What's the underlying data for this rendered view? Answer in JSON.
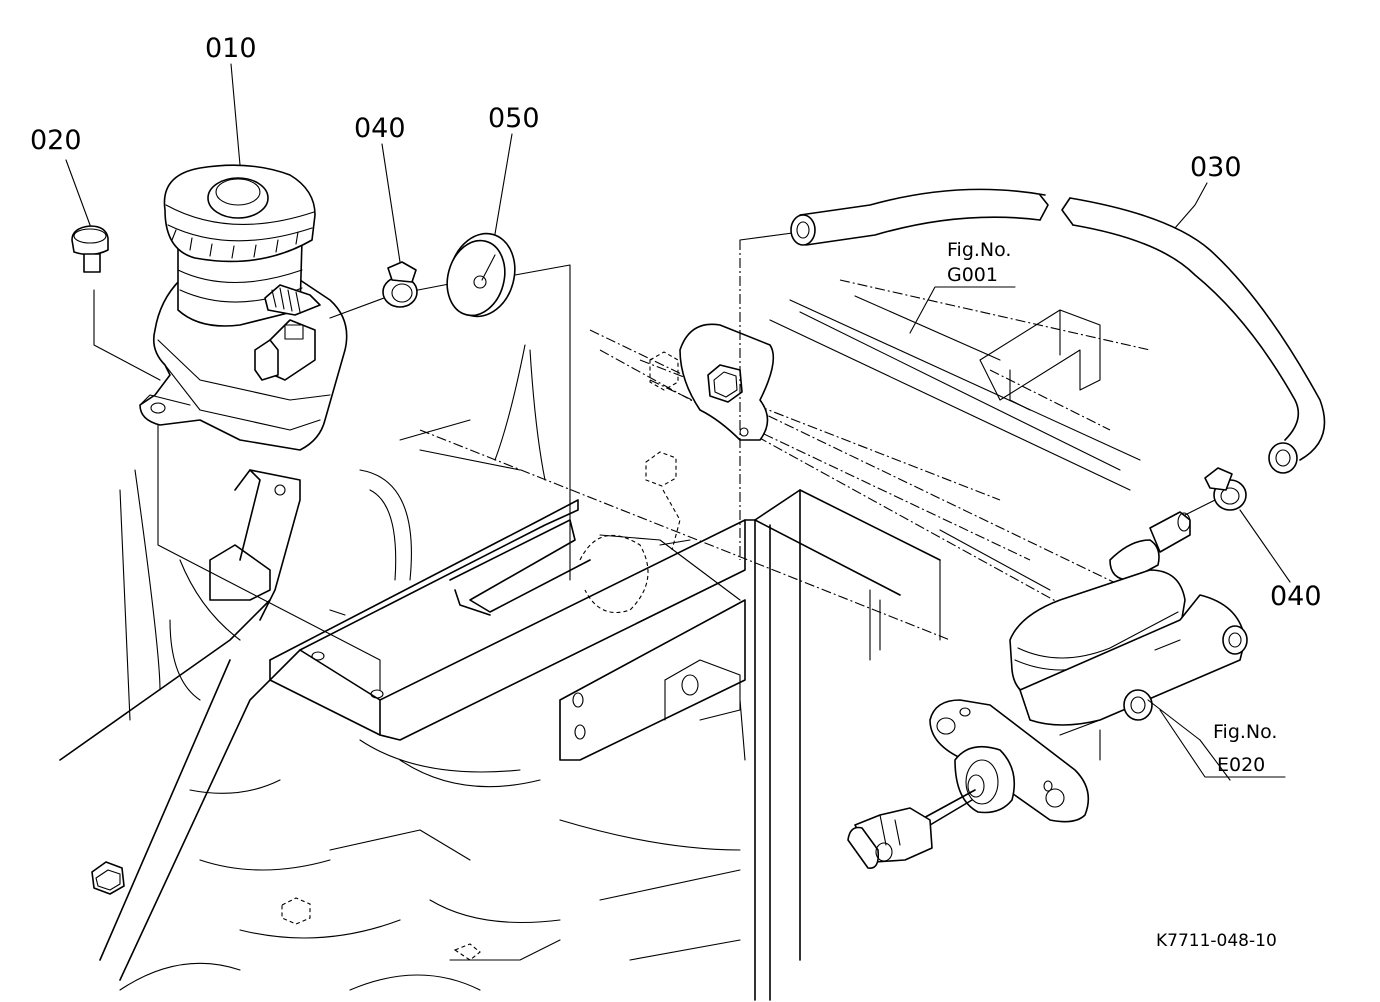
{
  "callouts": {
    "p010": "010",
    "p020": "020",
    "p040_top": "040",
    "p050": "050",
    "p030": "030",
    "p040_right": "040"
  },
  "references": {
    "g001_label": "Fig.No.",
    "g001_code": "G001",
    "e020_label": "Fig.No.",
    "e020_code": "E020"
  },
  "drawing_code": "K7711-048-10"
}
